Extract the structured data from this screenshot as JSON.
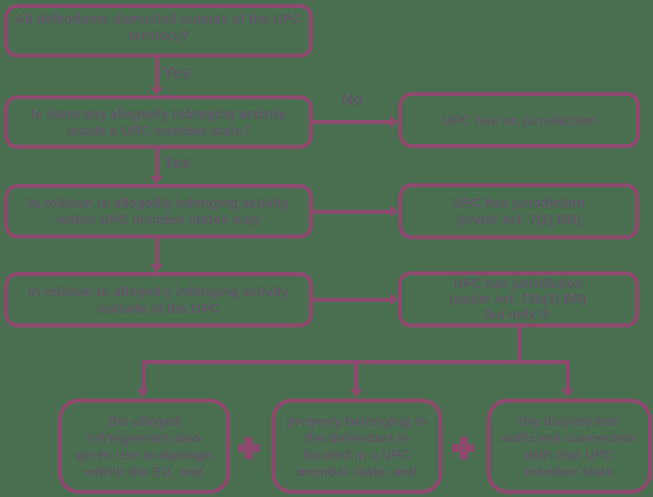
{
  "colors": {
    "background": "#4A7051",
    "stroke": "#8E4A6E",
    "text": "#615668"
  },
  "icons": {
    "plus": "plus-icon"
  },
  "labels": {
    "yes_top": "Yes",
    "no": "No",
    "yes_mid": "Yes"
  },
  "boxes": {
    "q_domiciled": "All defendants domiciled outside of the UPC\nterritory?",
    "q_activity": "Is there any allegedly infringing activity\ninside a UPC member state?",
    "no_jurisdiction": "UPC has no jurisdiction",
    "within_upc": "In relation to allegedly infringing activity\nwithin UPC member states only",
    "jurisdiction_art72": "UPC has jurisdiction\n(under Art. 7(2) BR)",
    "outside_upc": "In relation to allegedly infringing activity\noutside of the UPC",
    "jurisdiction_art71b3": "UPC has jurisdiction\n(under Art. 71b(3) BR)\nbut only if:",
    "cond_damage": "the alleged\ninfringement also\ngives rise to damage\nwithin the EU, and",
    "cond_property": "property belonging to\nthe defendant is\nlocated in a UPC\nmember state, and",
    "cond_connection": "the dispute has\nsufficient connection\nwith that UPC\nmember state"
  }
}
